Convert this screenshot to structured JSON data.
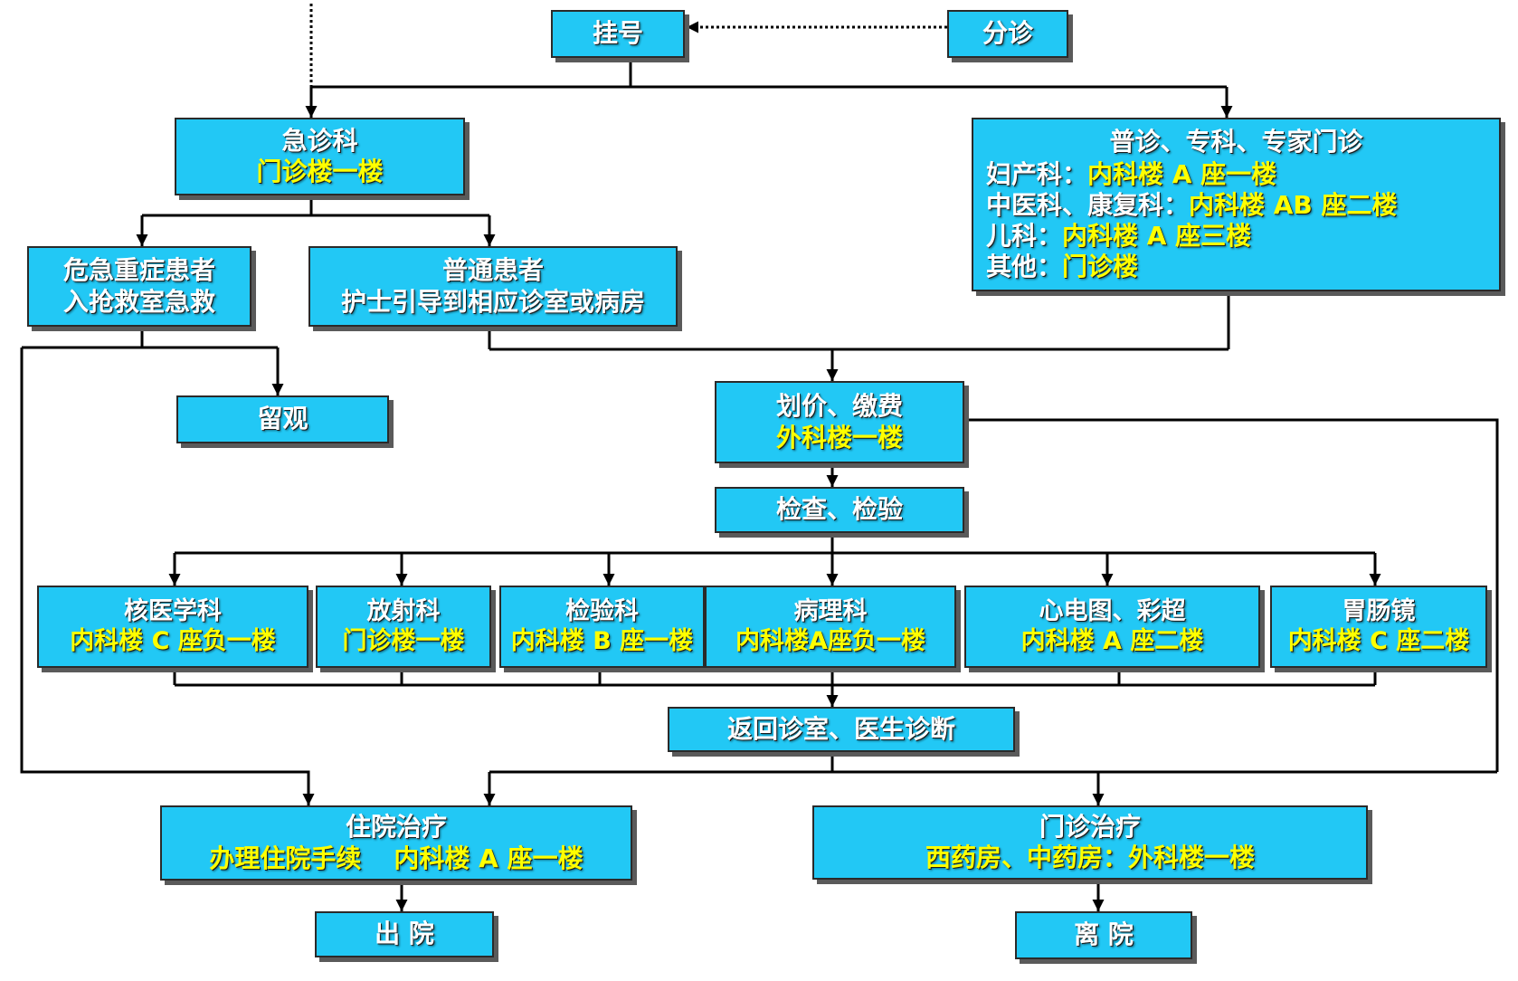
{
  "nodes": {
    "registration": {
      "title": "挂号"
    },
    "triage": {
      "title": "分诊"
    },
    "emergency": {
      "title": "急诊科",
      "location": "门诊楼一楼"
    },
    "outpatient_clinic": {
      "title": "普诊、专科、专家门诊",
      "depts": [
        {
          "name": "妇产科：",
          "location": "内科楼 A 座一楼"
        },
        {
          "name": "中医科、康复科：",
          "location": "内科楼 AB 座二楼"
        },
        {
          "name": "儿科：",
          "location": "内科楼 A 座三楼"
        },
        {
          "name": "其他：",
          "location": "门诊楼"
        }
      ]
    },
    "critical": {
      "line1": "危急重症患者",
      "line2": "入抢救室急救"
    },
    "ordinary": {
      "line1": "普通患者",
      "line2": "护士引导到相应诊室或病房"
    },
    "observation": {
      "title": "留观"
    },
    "payment": {
      "title": "划价、缴费",
      "location": "外科楼一楼"
    },
    "exam": {
      "title": "检查、检验"
    },
    "departments": [
      {
        "title": "核医学科",
        "location": "内科楼 C 座负一楼"
      },
      {
        "title": "放射科",
        "location": "门诊楼一楼"
      },
      {
        "title": "检验科",
        "location": "内科楼 B 座一楼"
      },
      {
        "title": "病理科",
        "location": "内科楼A座负一楼"
      },
      {
        "title": "心电图、彩超",
        "location": "内科楼 A 座二楼"
      },
      {
        "title": "胃肠镜",
        "location": "内科楼 C 座二楼"
      }
    ],
    "diagnosis": {
      "title": "返回诊室、医生诊断"
    },
    "inpatient": {
      "title": "住院治疗",
      "procedure": "办理住院手续",
      "location": "内科楼 A 座一楼"
    },
    "outpatient_treatment": {
      "title": "门诊治疗",
      "location": "西药房、中药房：外科楼一楼"
    },
    "discharge": {
      "title": "出 院"
    },
    "leave": {
      "title": "离 院"
    }
  },
  "colors": {
    "box_fill": "#22C8F5",
    "title_text": "#FFFFFF",
    "location_text": "#FFFF00",
    "connector": "#000000"
  }
}
